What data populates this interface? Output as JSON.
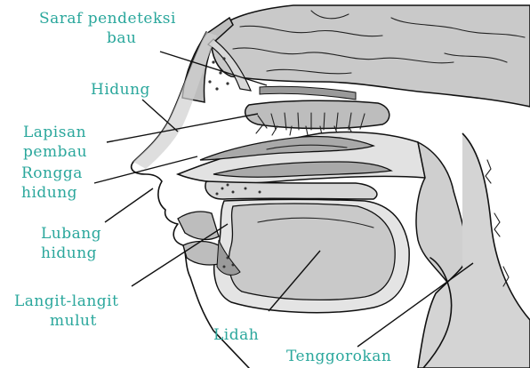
{
  "title": "",
  "colors": {
    "label": "#2aa79c",
    "ink": "#111111",
    "shade": "#bfbfbf",
    "light_shade": "#dcdcdc"
  },
  "labels": {
    "saraf_line1": "Saraf pendeteksi",
    "saraf_line2": "bau",
    "hidung": "Hidung",
    "lapisan_line1": "Lapisan",
    "lapisan_line2": "pembau",
    "rongga_line1": "Rongga",
    "rongga_line2": "hidung",
    "lubang_line1": "Lubang",
    "lubang_line2": "hidung",
    "langit_line1": "Langit-langit",
    "langit_line2": "mulut",
    "lidah": "Lidah",
    "tenggorokan": "Tenggorokan"
  }
}
